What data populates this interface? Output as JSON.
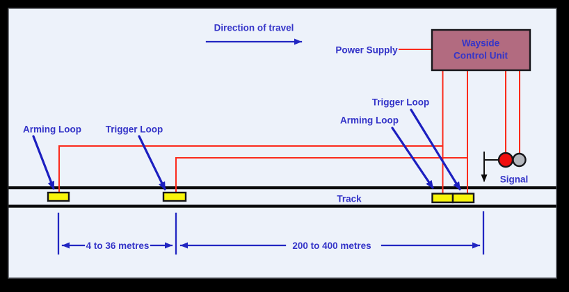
{
  "diagram_title": "Train protection loops and wayside control unit layout",
  "labels": {
    "direction": "Direction of travel",
    "power_supply": "Power Supply",
    "wcu_line1": "Wayside",
    "wcu_line2": "Control Unit",
    "trigger_loop_right": "Trigger Loop",
    "arming_loop_right": "Arming Loop",
    "arming_loop_left": "Arming Loop",
    "trigger_loop_left": "Trigger Loop",
    "track": "Track",
    "signal": "Signal",
    "dim_loop_spacing": "4 to 36 metres",
    "dim_signal_distance": "200 to 400 metres"
  },
  "colors": {
    "frame": "#000000",
    "panel_bg": "#edf2fa",
    "panel_border": "#55575e",
    "label_blue": "#3434c8",
    "line_blue": "#2226c2",
    "pointer_blue": "#1c1fc0",
    "wire_red": "#fb2a1b",
    "loop_yellow": "#f8f50a",
    "wcu_fill": "#b26b80",
    "signal_red": "#f10e0e",
    "signal_gray": "#b4b7bd",
    "black": "#0a0a0a"
  }
}
